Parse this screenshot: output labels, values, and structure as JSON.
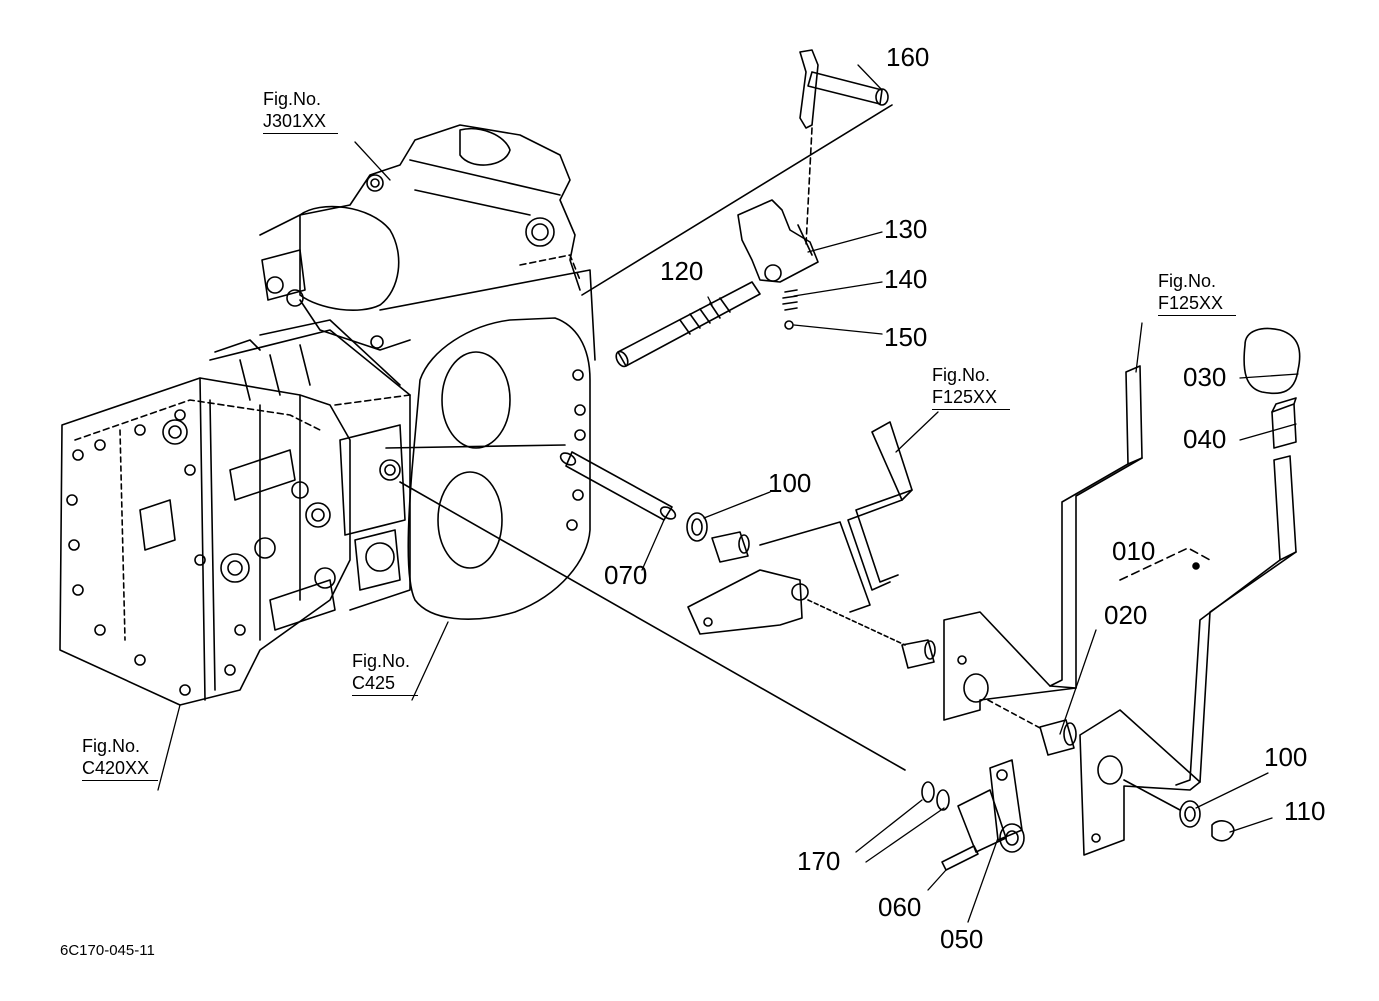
{
  "drawing_code": "6C170-045-11",
  "figure_refs": [
    {
      "id": "j301",
      "line1": "Fig.No.",
      "line2": "J301XX"
    },
    {
      "id": "f125-upper",
      "line1": "Fig.No.",
      "line2": "F125XX"
    },
    {
      "id": "f125-mid",
      "line1": "Fig.No.",
      "line2": "F125XX"
    },
    {
      "id": "c425",
      "line1": "Fig.No.",
      "line2": "C425"
    },
    {
      "id": "c420",
      "line1": "Fig.No.",
      "line2": "C420XX"
    }
  ],
  "part_labels": {
    "p160": "160",
    "p130": "130",
    "p140": "140",
    "p150": "150",
    "p120": "120",
    "p030": "030",
    "p040": "040",
    "p100a": "100",
    "p070": "070",
    "p010": "010",
    "p020": "020",
    "p100b": "100",
    "p110": "110",
    "p170": "170",
    "p060": "060",
    "p050": "050"
  }
}
